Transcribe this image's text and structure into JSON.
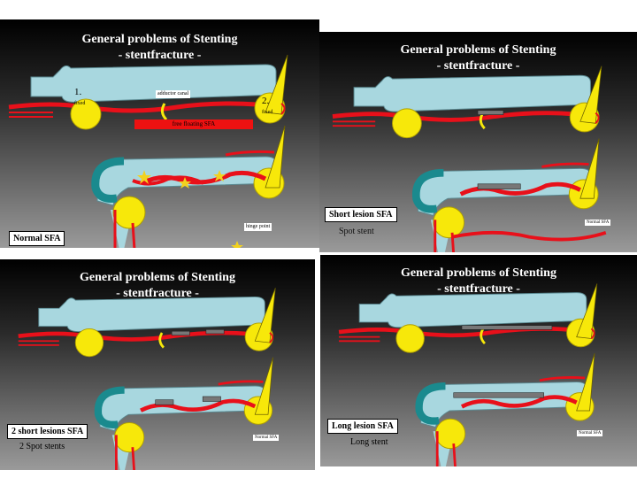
{
  "colors": {
    "bone": "#a8d7df",
    "artery": "#e8101a",
    "head": "#f7e80a",
    "muscle": "#1a8a8e",
    "stent": "#777777",
    "star": "#f2d21e"
  },
  "panels": [
    {
      "title_line1": "General problems of Stenting",
      "title_line2": "- stentfracture -",
      "label": "Normal SFA",
      "annotations": {
        "left_number": "1.",
        "left_note": "fixed",
        "right_number": "2.",
        "right_note": "fixed",
        "adductor": "adductor canal",
        "free_floating": "free floating SFA",
        "hinge": "hinge point"
      }
    },
    {
      "title_line1": "General problems of Stenting",
      "title_line2": "- stentfracture -",
      "label": "Short lesion SFA",
      "sublabel": "Spot stent",
      "normal_tag": "Normal SFA"
    },
    {
      "title_line1": "General problems of Stenting",
      "title_line2": "- stentfracture -",
      "label": "2 short lesions SFA",
      "sublabel": "2 Spot stents",
      "normal_tag": "Normal SFA"
    },
    {
      "title_line1": "General problems of Stenting",
      "title_line2": "- stentfracture -",
      "label": "Long lesion SFA",
      "sublabel": "Long stent",
      "normal_tag": "Normal SFA"
    }
  ]
}
